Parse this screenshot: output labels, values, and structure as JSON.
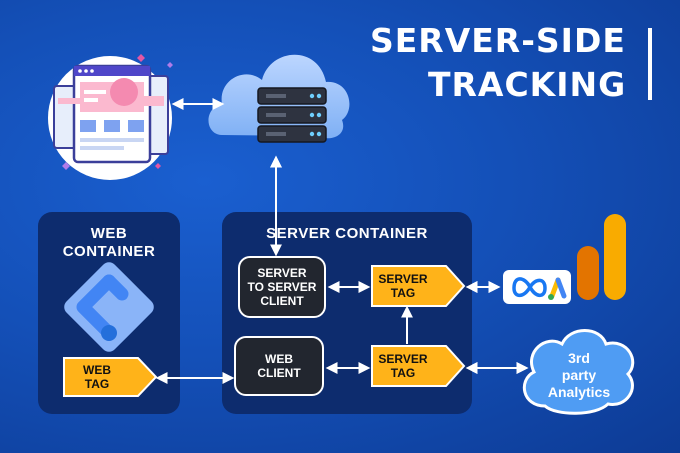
{
  "title": {
    "line1": "SERVER-SIDE",
    "line2": "TRACKING"
  },
  "web_container": {
    "title_line1": "WEB",
    "title_line2": "CONTAINER",
    "tag": [
      "WEB",
      "TAG"
    ]
  },
  "server_container": {
    "title": "SERVER CONTAINER",
    "s2s_client": [
      "SERVER",
      "TO SERVER",
      "CLIENT"
    ],
    "web_client": [
      "WEB",
      "CLIENT"
    ],
    "server_tag_1": [
      "SERVER",
      "TAG"
    ],
    "server_tag_2": [
      "SERVER",
      "TAG"
    ]
  },
  "third_party": [
    "3rd",
    "party",
    "Analytics"
  ],
  "icons": {
    "website": "website-mockup-icon",
    "cloud_server": "cloud-server-icon",
    "gtm": "google-tag-manager-icon",
    "meta_ads": "meta-and-google-ads-icon",
    "analytics": "google-analytics-icon"
  },
  "colors": {
    "background": "#1450b8",
    "panel": "#0d2c6e",
    "tag": "#ffb319",
    "client": "#22262f",
    "arrow": "#ffffff"
  }
}
